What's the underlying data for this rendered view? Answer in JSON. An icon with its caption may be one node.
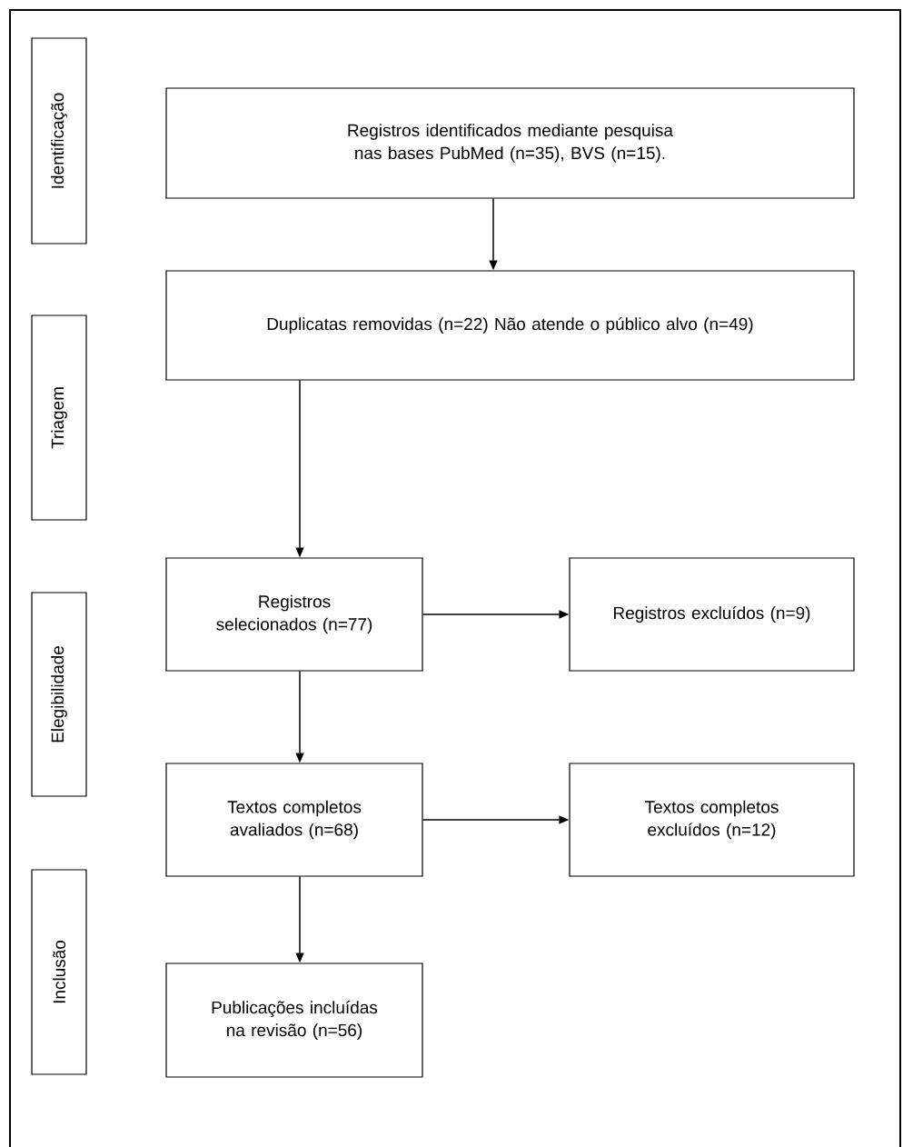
{
  "diagram": {
    "nodes": [
      {
        "text": [
          "Identificação"
        ]
      },
      {
        "text": [
          "Registros identificados mediante pesquisa nas bases PubMed (n=35), BVS (n=15)."
        ]
      },
      {
        "text": [
          "Triagem"
        ]
      },
      {
        "text": [
          "Duplicatas removidas (n=22) Não atende o público alvo (n=49)"
        ]
      },
      {
        "text": [
          "Elegibilidade"
        ]
      },
      {
        "text": [
          "Registros selecionados (n=77)"
        ]
      },
      {
        "text": [
          "Registros excluídos (n=9)"
        ]
      },
      {
        "text": [
          "Textos completos avaliados (n=68)"
        ]
      },
      {
        "text": [
          "Textos completos excluídos (n=12)"
        ]
      },
      {
        "text": [
          "Inclusão"
        ]
      },
      {
        "text": [
          "Publicações incluídas na revisão (n=56)"
        ]
      }
    ],
    "edges": [
      {
        "from": 1,
        "to": 3,
        "arrow": "to"
      },
      {
        "from": 3,
        "to": 5,
        "arrow": "to"
      },
      {
        "from": 5,
        "to": 6,
        "arrow": "to"
      },
      {
        "from": 5,
        "to": 7,
        "arrow": "to"
      },
      {
        "from": 7,
        "to": 8,
        "arrow": "to"
      },
      {
        "from": 7,
        "to": 10,
        "arrow": "to"
      }
    ]
  }
}
